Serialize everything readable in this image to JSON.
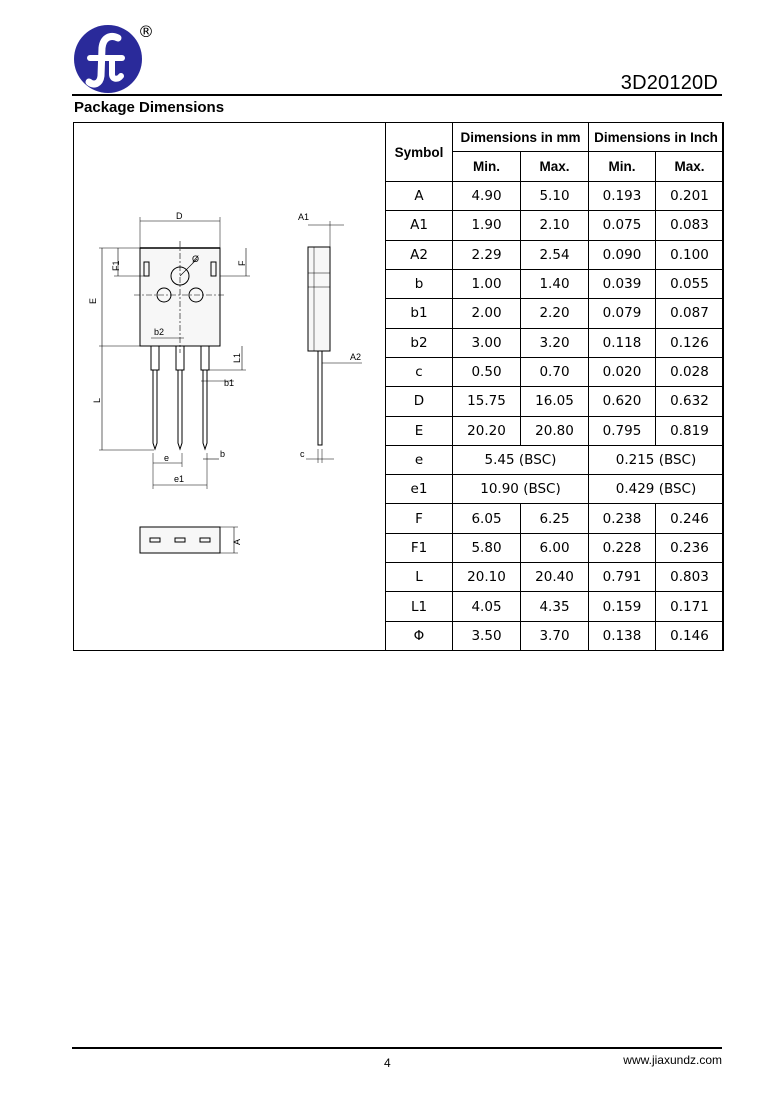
{
  "header": {
    "registered_mark": "®",
    "part_number": "3D20120D",
    "section_title": "Package Dimensions"
  },
  "drawing": {
    "labels": {
      "D": "D",
      "A1": "A1",
      "F1": "F1",
      "F": "F",
      "phi": "Ø",
      "E": "E",
      "b2": "b2",
      "L1": "L1",
      "A2": "A2",
      "b1": "b1",
      "L": "L",
      "e": "e",
      "b": "b",
      "c": "c",
      "e1": "e1",
      "A": "A"
    }
  },
  "table": {
    "symbol_header": "Symbol",
    "mm_header": "Dimensions in mm",
    "inch_header": "Dimensions in Inch",
    "min_label": "Min.",
    "max_label": "Max.",
    "rows": [
      {
        "symbol": "A",
        "mm_min": "4.90",
        "mm_max": "5.10",
        "in_min": "0.193",
        "in_max": "0.201"
      },
      {
        "symbol": "A1",
        "mm_min": "1.90",
        "mm_max": "2.10",
        "in_min": "0.075",
        "in_max": "0.083"
      },
      {
        "symbol": "A2",
        "mm_min": "2.29",
        "mm_max": "2.54",
        "in_min": "0.090",
        "in_max": "0.100"
      },
      {
        "symbol": "b",
        "mm_min": "1.00",
        "mm_max": "1.40",
        "in_min": "0.039",
        "in_max": "0.055"
      },
      {
        "symbol": "b1",
        "mm_min": "2.00",
        "mm_max": "2.20",
        "in_min": "0.079",
        "in_max": "0.087"
      },
      {
        "symbol": "b2",
        "mm_min": "3.00",
        "mm_max": "3.20",
        "in_min": "0.118",
        "in_max": "0.126"
      },
      {
        "symbol": "c",
        "mm_min": "0.50",
        "mm_max": "0.70",
        "in_min": "0.020",
        "in_max": "0.028"
      },
      {
        "symbol": "D",
        "mm_min": "15.75",
        "mm_max": "16.05",
        "in_min": "0.620",
        "in_max": "0.632"
      },
      {
        "symbol": "E",
        "mm_min": "20.20",
        "mm_max": "20.80",
        "in_min": "0.795",
        "in_max": "0.819"
      },
      {
        "symbol": "e",
        "mm_bsc": "5.45 (BSC)",
        "in_bsc": "0.215 (BSC)"
      },
      {
        "symbol": "e1",
        "mm_bsc": "10.90 (BSC)",
        "in_bsc": "0.429 (BSC)"
      },
      {
        "symbol": "F",
        "mm_min": "6.05",
        "mm_max": "6.25",
        "in_min": "0.238",
        "in_max": "0.246"
      },
      {
        "symbol": "F1",
        "mm_min": "5.80",
        "mm_max": "6.00",
        "in_min": "0.228",
        "in_max": "0.236"
      },
      {
        "symbol": "L",
        "mm_min": "20.10",
        "mm_max": "20.40",
        "in_min": "0.791",
        "in_max": "0.803"
      },
      {
        "symbol": "L1",
        "mm_min": "4.05",
        "mm_max": "4.35",
        "in_min": "0.159",
        "in_max": "0.171"
      },
      {
        "symbol": "Φ",
        "mm_min": "3.50",
        "mm_max": "3.70",
        "in_min": "0.138",
        "in_max": "0.146"
      }
    ]
  },
  "footer": {
    "page_number": "4",
    "website": "www.jiaxundz.com"
  },
  "colors": {
    "logo_blue": "#2a2a9a"
  }
}
